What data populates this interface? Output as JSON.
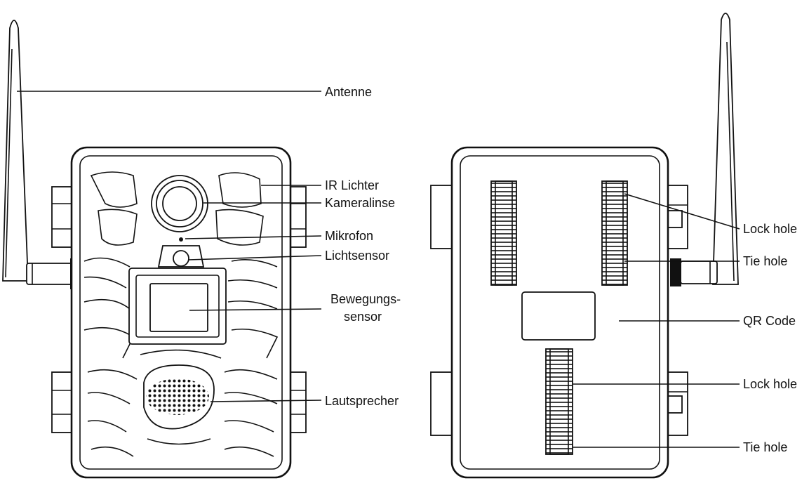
{
  "colors": {
    "line": "#111111",
    "background": "#ffffff"
  },
  "front": {
    "labels": {
      "antenne": "Antenne",
      "ir_lichter": "IR Lichter",
      "kameralinse": "Kameralinse",
      "mikrofon": "Mikrofon",
      "lichtsensor": "Lichtsensor",
      "bewegungssensor_line1": "Bewegungs-",
      "bewegungssensor_line2": "sensor",
      "lautsprecher": "Lautsprecher"
    }
  },
  "back": {
    "labels": {
      "lock_hole_top": "Lock hole",
      "tie_hole_top": "Tie hole",
      "qr_code": "QR Code",
      "lock_hole_bottom": "Lock hole",
      "tie_hole_bottom": "Tie hole"
    }
  }
}
